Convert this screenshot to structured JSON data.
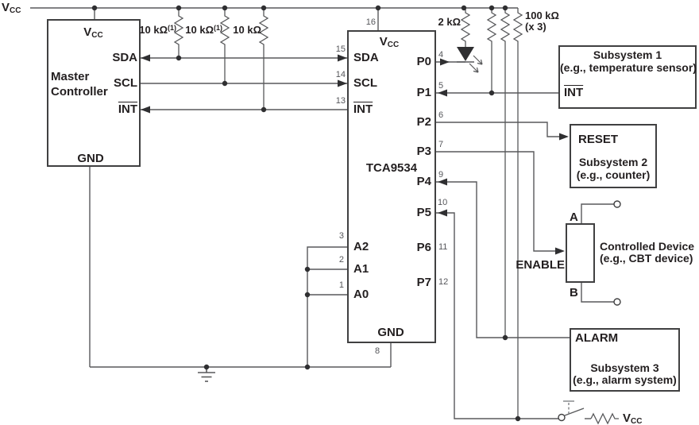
{
  "colors": {
    "wire": "#58595b",
    "ink": "#2f2f31",
    "box_border": "#404041",
    "dashed": "#808285"
  },
  "vcc_left": {
    "v": "V",
    "sub": "CC"
  },
  "vcc_bottom": {
    "v": "V",
    "sub": "CC"
  },
  "master": {
    "title1": "Master",
    "title2": "Controller",
    "vcc": {
      "v": "V",
      "sub": "CC"
    },
    "sda": "SDA",
    "scl": "SCL",
    "int": "INT",
    "gnd": "GND"
  },
  "resistors": {
    "sda": {
      "val": "10 kΩ",
      "note": "(1)"
    },
    "scl": {
      "val": "10 kΩ",
      "note": "(1)"
    },
    "int": {
      "val": "10 kΩ",
      "note": ""
    },
    "led": "2 kΩ",
    "pullup": {
      "val": "100 kΩ",
      "qty": "(x 3)"
    }
  },
  "expander": {
    "part": "TCA9534",
    "vcc": {
      "v": "V",
      "sub": "CC"
    },
    "gnd": "GND",
    "sda": "SDA",
    "scl": "SCL",
    "int": "INT",
    "nums": {
      "vcc": "16",
      "gnd": "8",
      "sda": "15",
      "scl": "14",
      "int": "13"
    },
    "ports": [
      {
        "name": "P0",
        "num": "4"
      },
      {
        "name": "P1",
        "num": "5"
      },
      {
        "name": "P2",
        "num": "6"
      },
      {
        "name": "P3",
        "num": "7"
      },
      {
        "name": "P4",
        "num": "9"
      },
      {
        "name": "P5",
        "num": "10"
      },
      {
        "name": "P6",
        "num": "11"
      },
      {
        "name": "P7",
        "num": "12"
      }
    ],
    "addr": [
      {
        "name": "A2",
        "num": "3"
      },
      {
        "name": "A1",
        "num": "2"
      },
      {
        "name": "A0",
        "num": "1"
      }
    ]
  },
  "subsystem1": {
    "port": "INT",
    "title": "Subsystem 1",
    "subtitle": "(e.g., temperature sensor)"
  },
  "subsystem2": {
    "port": "RESET",
    "title": "Subsystem 2",
    "subtitle": "(e.g., counter)"
  },
  "controlled_device": {
    "port": "ENABLE",
    "title": "Controlled Device",
    "subtitle": "(e.g., CBT device)",
    "terminal_top": "A",
    "terminal_bottom": "B"
  },
  "subsystem3": {
    "port": "ALARM",
    "title": "Subsystem 3",
    "subtitle": "(e.g., alarm system)"
  }
}
